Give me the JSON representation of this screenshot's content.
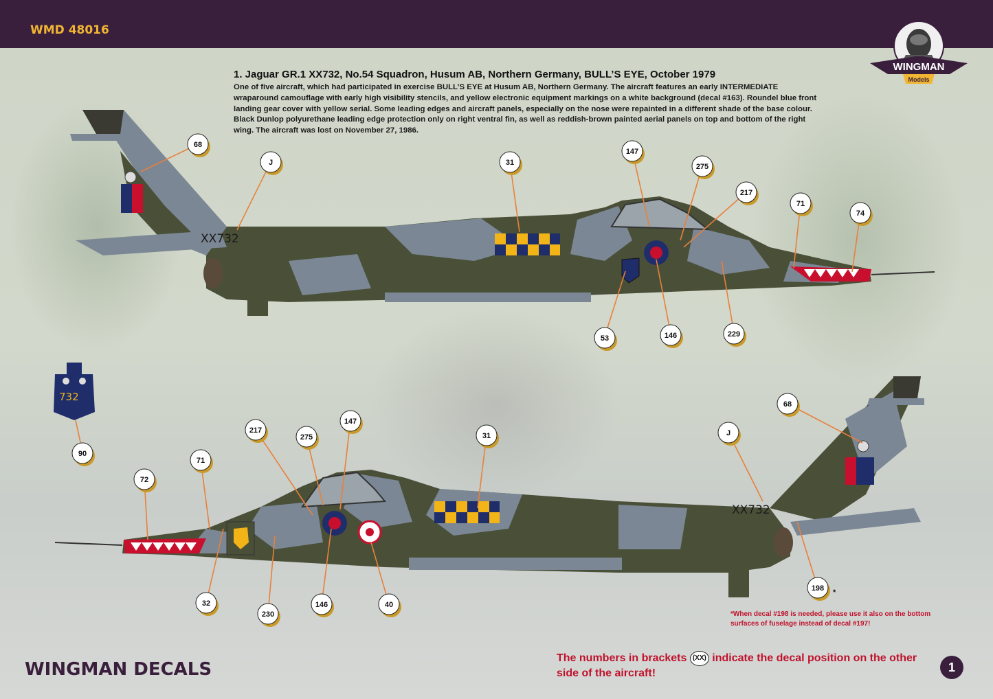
{
  "header": {
    "code": "WMD 48016",
    "logo_text": "WINGMAN",
    "logo_subtext": "Models"
  },
  "profile": {
    "title": "1. Jaguar GR.1 XX732, No.54 Squadron, Husum AB, Northern Germany, BULL’S EYE, October 1979",
    "description": "One of five aircraft, which had participated in exercise BULL’S EYE at Husum AB, Northern Germany. The aircraft features an early INTERMEDIATE wraparound camouflage with early high visibility stencils, and yellow electronic equipment markings on a white background (decal #163). Roundel blue front landing gear cover with yellow serial. Some leading edges and aircraft panels, especially on the nose were repainted in a different shade of the base colour. Black Dunlop polyurethane leading edge protection only on right ventral fin, as well as reddish-brown painted aerial panels on top and bottom of the right wing. The aircraft was lost on November 27, 1986.",
    "serial": "XX732",
    "gear_door_serial": "732"
  },
  "callouts_top": [
    "68",
    "J",
    "31",
    "147",
    "275",
    "217",
    "71",
    "74",
    "53",
    "146",
    "229"
  ],
  "callouts_bottom": [
    "90",
    "72",
    "217",
    "275",
    "147",
    "71",
    "31",
    "68",
    "J",
    "32",
    "230",
    "146",
    "40",
    "198"
  ],
  "asterisk": "*",
  "note": "*When decal #198 is needed, please use it also on the bottom surfaces of fuselage instead of decal #197!",
  "footer": {
    "brand": "WINGMAN DECALS",
    "note_before": "The numbers in brackets",
    "note_symbol": "(XX)",
    "note_after": "indicate the decal position on the other side of the aircraft!",
    "page": "1"
  },
  "colors": {
    "header_bg": "#3a1f3d",
    "header_text": "#f0b533",
    "camo_green": "#4a5038",
    "camo_grey": "#7b8794",
    "accent_red": "#c0112b",
    "checker_yellow": "#f2b417",
    "checker_blue": "#1f2d6b"
  }
}
